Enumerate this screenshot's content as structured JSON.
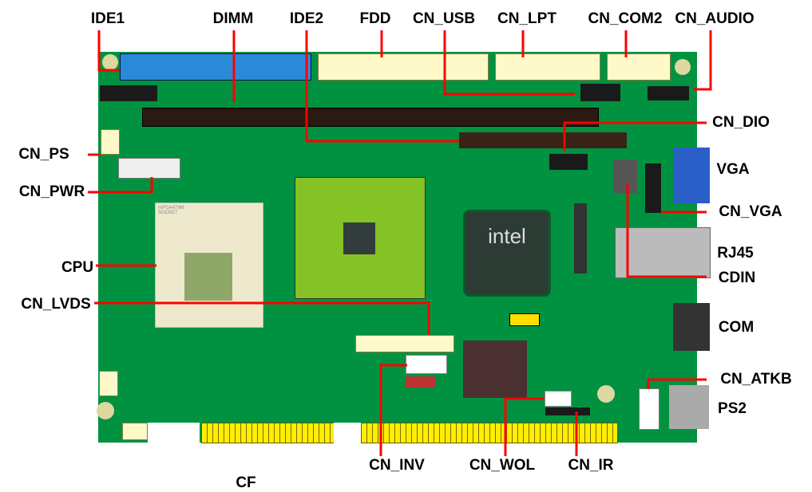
{
  "labels": {
    "ide1": "IDE1",
    "dimm": "DIMM",
    "ide2": "IDE2",
    "fdd": "FDD",
    "cn_usb": "CN_USB",
    "cn_lpt": "CN_LPT",
    "cn_com2": "CN_COM2",
    "cn_audio": "CN_AUDIO",
    "cn_dio": "CN_DIO",
    "vga": "VGA",
    "cn_vga": "CN_VGA",
    "rj45": "RJ45",
    "cdin": "CDIN",
    "com": "COM",
    "cn_atkb": "CN_ATKB",
    "ps2": "PS2",
    "cn_ps": "CN_PS",
    "cn_pwr": "CN_PWR",
    "cpu": "CPU",
    "cn_lvds": "CN_LVDS",
    "cn_inv": "CN_INV",
    "cn_wol": "CN_WOL",
    "cn_ir": "CN_IR",
    "cf": "CF"
  },
  "socket_text": "mPGA479M SOCKET",
  "chip_logo": "intel",
  "colors": {
    "board": "#009240",
    "leader": "#ff0000",
    "ide1": "#2a8ad8",
    "gold": "#ffee00"
  }
}
